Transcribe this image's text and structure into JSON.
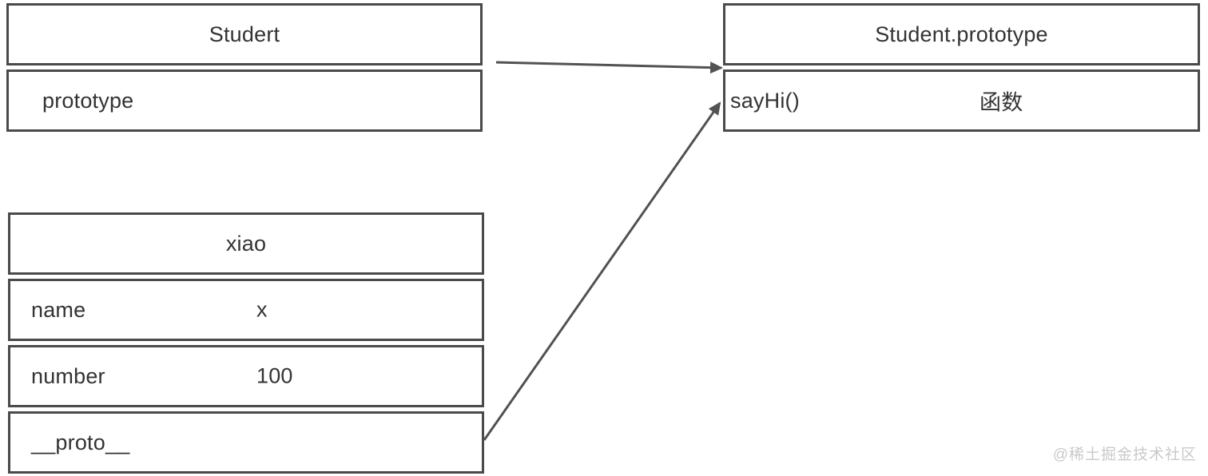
{
  "diagram": {
    "studert_box": {
      "title": "Studert",
      "rows": [
        {
          "label": "prototype",
          "value": ""
        }
      ]
    },
    "prototype_box": {
      "title": "Student.prototype",
      "rows": [
        {
          "label": "sayHi()",
          "value": "函数"
        }
      ]
    },
    "xiao_box": {
      "title": "xiao",
      "rows": [
        {
          "label": "name",
          "value": "x"
        },
        {
          "label": "number",
          "value": "100"
        },
        {
          "label": "__proto__",
          "value": ""
        }
      ]
    },
    "arrows": [
      {
        "name": "prototype-arrow",
        "from": "Studert prototype row",
        "to": "Student.prototype box"
      },
      {
        "name": "proto-chain-arrow",
        "from": "xiao __proto__ row",
        "to": "Student.prototype sayHi() row"
      }
    ],
    "watermark": "@稀土掘金技术社区"
  },
  "colors": {
    "border": "#4a4a4a",
    "text": "#333333",
    "arrow": "#525252",
    "watermark": "#c9c9c9",
    "background": "#ffffff"
  }
}
